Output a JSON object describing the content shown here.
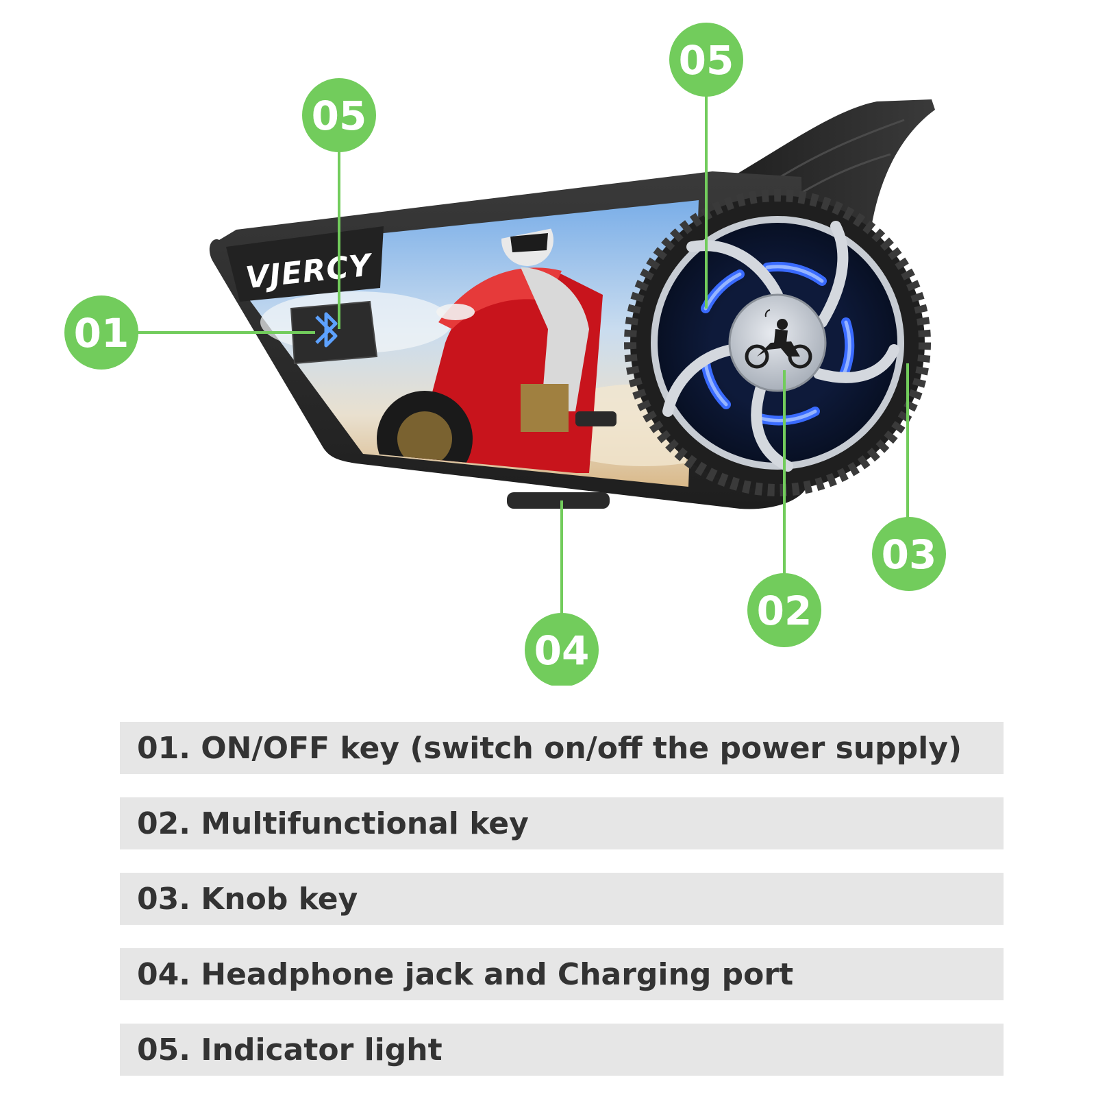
{
  "colors": {
    "callout_green": "#72cc5c",
    "device_black": "#2a2a2a",
    "led_blue": "#3a6bff",
    "legend_bg": "#e6e6e6",
    "legend_text": "#333333"
  },
  "device": {
    "brand": "VJERCY",
    "icons": [
      "bluetooth-icon",
      "motorcycle-rider-icon"
    ]
  },
  "callouts": [
    {
      "id": "01",
      "label": "01"
    },
    {
      "id": "05a",
      "label": "05"
    },
    {
      "id": "05b",
      "label": "05"
    },
    {
      "id": "02",
      "label": "02"
    },
    {
      "id": "03",
      "label": "03"
    },
    {
      "id": "04",
      "label": "04"
    }
  ],
  "legend": [
    {
      "text": "01. ON/OFF key (switch on/off the power supply)"
    },
    {
      "text": "02. Multifunctional key"
    },
    {
      "text": "03. Knob key"
    },
    {
      "text": "04. Headphone jack and Charging port"
    },
    {
      "text": "05. Indicator light"
    }
  ]
}
